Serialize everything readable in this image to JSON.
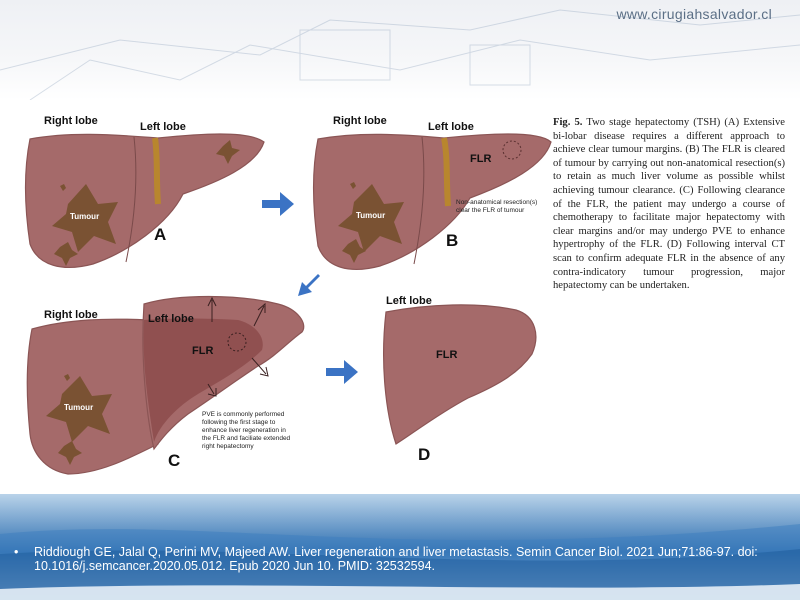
{
  "header": {
    "site_url": "www.cirugiahsalvador.cl"
  },
  "figure": {
    "panel_a": {
      "right_lobe": "Right lobe",
      "left_lobe": "Left lobe",
      "tumour": "Tumour",
      "letter": "A"
    },
    "panel_b": {
      "right_lobe": "Right lobe",
      "left_lobe": "Left lobe",
      "flr": "FLR",
      "tumour": "Tumour",
      "letter": "B",
      "note_line1": "Non-anatomical resection(s)",
      "note_line2": "clear the FLR of tumour"
    },
    "panel_c": {
      "right_lobe": "Right lobe",
      "left_lobe": "Left lobe",
      "flr": "FLR",
      "tumour": "Tumour",
      "letter": "C",
      "note_line1": "PVE is commonly performed",
      "note_line2": "following the first stage to",
      "note_line3": "enhance liver regeneration in",
      "note_line4": "the FLR and faciliate extended",
      "note_line5": "right hepatectomy"
    },
    "panel_d": {
      "left_lobe": "Left lobe",
      "flr": "FLR",
      "letter": "D"
    },
    "colors": {
      "liver": "#a56a6a",
      "liver_stroke": "#8b5555",
      "tumour": "#7a5233",
      "arrow": "#3b73c4",
      "band": "#b8862e"
    }
  },
  "caption": {
    "label": "Fig. 5.",
    "text": "Two stage hepatectomy (TSH) (A) Extensive bi-lobar disease requires a different approach to achieve clear tumour margins. (B) The FLR is cleared of tumour by carrying out non-anatomical resection(s) to retain as much liver volume as possible whilst achieving tumour clearance. (C) Following clearance of the FLR, the patient may undergo a course of chemotherapy to facilitate major hepatectomy with clear margins and/or may undergo PVE to enhance hypertrophy of the FLR. (D) Following interval CT scan to confirm adequate FLR in the absence of any contra-indicatory tumour progression, major hepatectomy can be undertaken."
  },
  "citation": {
    "bullet": "•",
    "text": "Riddiough GE, Jalal Q, Perini MV, Majeed AW. Liver regeneration and liver metastasis. Semin Cancer Biol. 2021 Jun;71:86-97. doi: 10.1016/j.semcancer.2020.05.012. Epub 2020 Jun 10. PMID: 32532594."
  }
}
